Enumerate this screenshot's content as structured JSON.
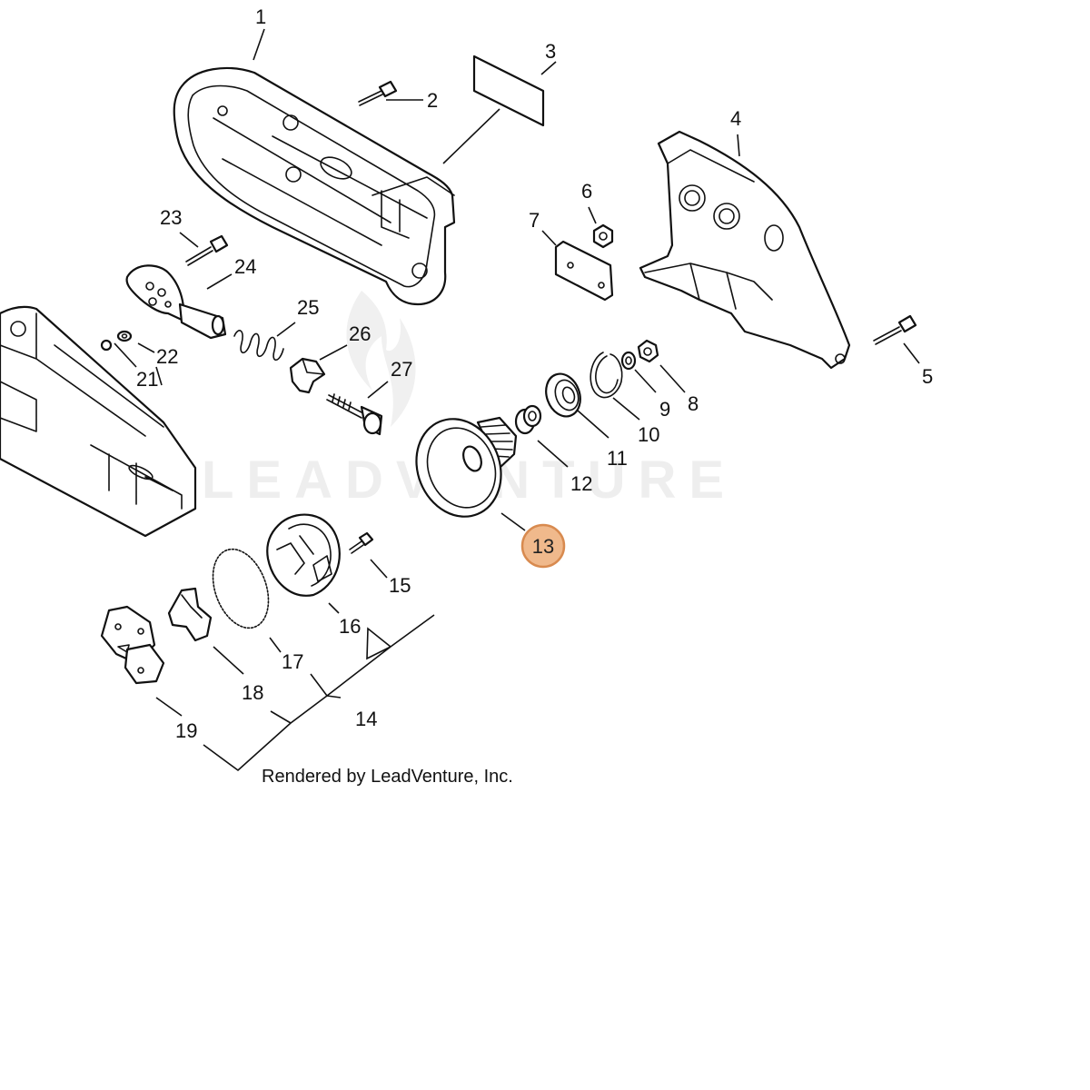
{
  "watermark": "LEADVENTURE",
  "credit": "Rendered by LeadVenture, Inc.",
  "highlight_color": "#F0B98C",
  "highlight_stroke": "#D88A4F",
  "callouts": [
    {
      "id": "1",
      "label": "1"
    },
    {
      "id": "2",
      "label": "2"
    },
    {
      "id": "3",
      "label": "3"
    },
    {
      "id": "4",
      "label": "4"
    },
    {
      "id": "5",
      "label": "5"
    },
    {
      "id": "6",
      "label": "6"
    },
    {
      "id": "7",
      "label": "7"
    },
    {
      "id": "8",
      "label": "8"
    },
    {
      "id": "9",
      "label": "9"
    },
    {
      "id": "10",
      "label": "10"
    },
    {
      "id": "11",
      "label": "11"
    },
    {
      "id": "12",
      "label": "12"
    },
    {
      "id": "13",
      "label": "13",
      "highlighted": true
    },
    {
      "id": "14",
      "label": "14"
    },
    {
      "id": "15",
      "label": "15"
    },
    {
      "id": "16",
      "label": "16"
    },
    {
      "id": "17",
      "label": "17"
    },
    {
      "id": "18",
      "label": "18"
    },
    {
      "id": "19",
      "label": "19"
    },
    {
      "id": "21",
      "label": "21"
    },
    {
      "id": "22",
      "label": "22"
    },
    {
      "id": "23",
      "label": "23"
    },
    {
      "id": "24",
      "label": "24"
    },
    {
      "id": "25",
      "label": "25"
    },
    {
      "id": "26",
      "label": "26"
    },
    {
      "id": "27",
      "label": "27"
    }
  ]
}
